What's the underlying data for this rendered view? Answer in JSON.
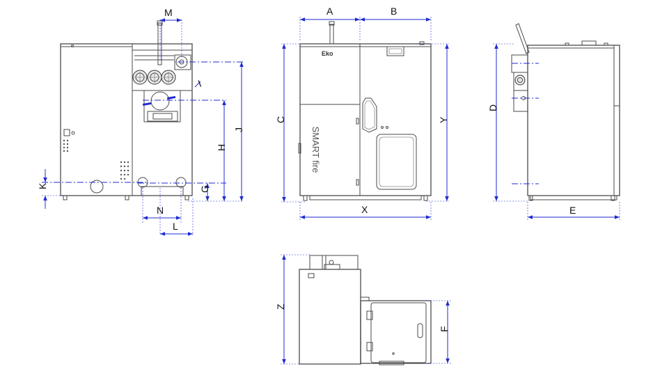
{
  "colors": {
    "outline": "#4a4a4a",
    "dimension": "#1f2bd0",
    "label": "#111111"
  },
  "views": {
    "rear": {
      "labels": {
        "M": "M",
        "I": "I",
        "J": "J",
        "H": "H",
        "K": "K",
        "G": "G",
        "N": "N",
        "L": "L"
      }
    },
    "front": {
      "labels": {
        "A": "A",
        "B": "B",
        "C": "C",
        "Y": "Y",
        "X": "X"
      },
      "brand_text": "SMART fire",
      "logo_text": "Eko"
    },
    "side": {
      "labels": {
        "D": "D",
        "E": "E"
      }
    },
    "top": {
      "labels": {
        "Z": "Z",
        "F": "F"
      }
    }
  }
}
